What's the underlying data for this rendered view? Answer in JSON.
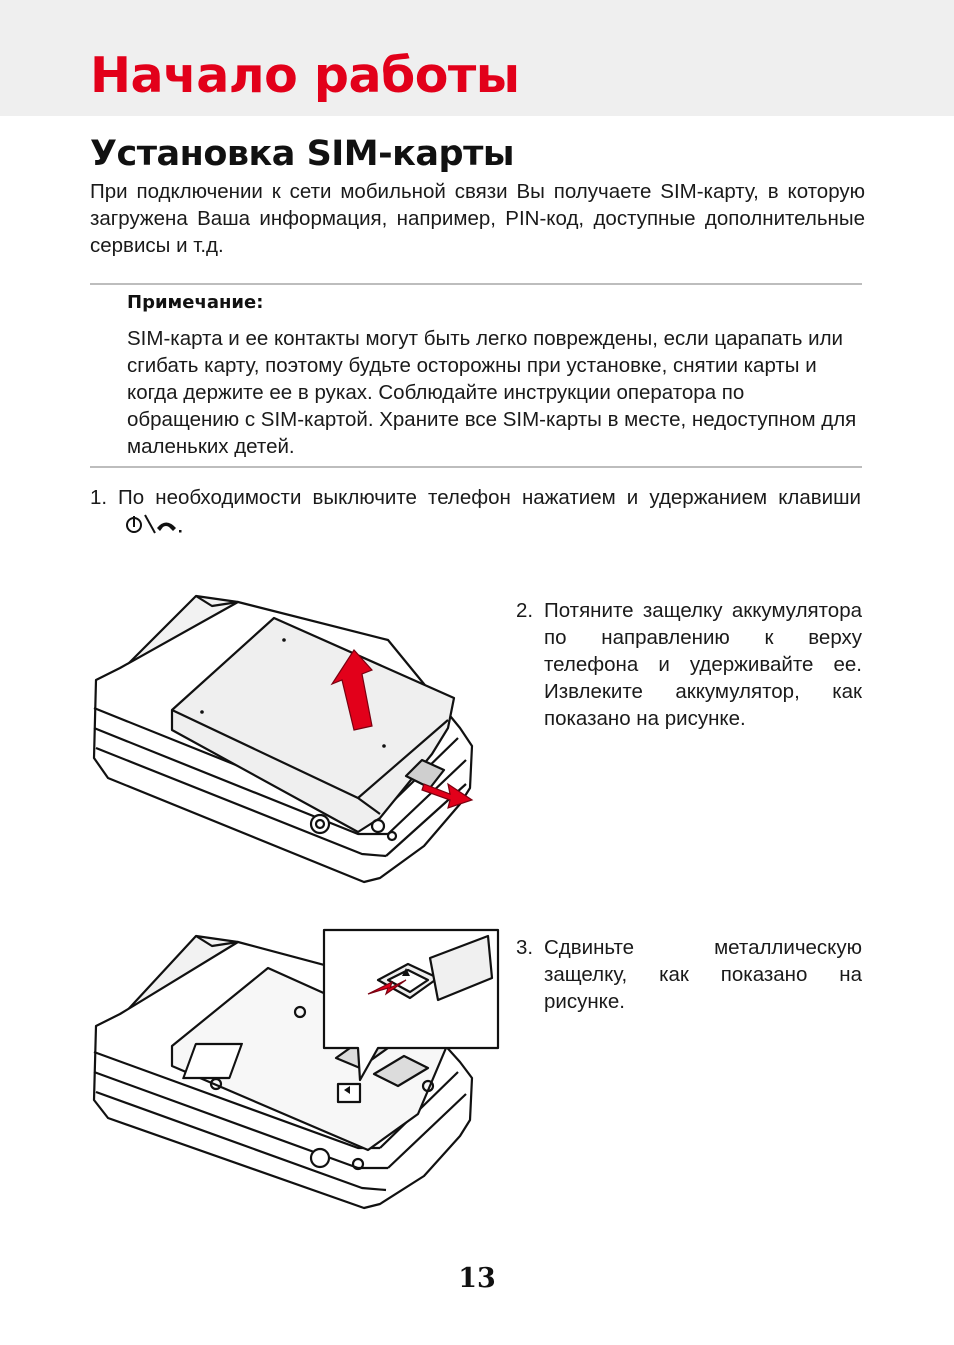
{
  "chapter": {
    "title": "Начало работы"
  },
  "section": {
    "title": "Установка SIM-карты",
    "intro": "При подключении к сети мобильной связи Вы получаете SIM-карту, в которую загружена Ваша информация, например, PIN-код, доступные дополнительные сервисы и т.д."
  },
  "note": {
    "title": "Примечание:",
    "text": "SIM-карта и ее контакты могут быть легко повреждены, если царапать или сгибать карту, поэтому будьте осторожны при установке, снятии карты и когда держите ее в руках. Соблюдайте инструкции оператора по обращению с SIM-картой. Храните все SIM-карты в месте, недоступном для маленьких детей."
  },
  "steps": [
    {
      "number": "1.",
      "text": "По необходимости выключите телефон нажатием и удержанием клавиши",
      "icon": "power-end-key-icon"
    },
    {
      "number": "2.",
      "text": "Потяните защелку аккумулятора по направлению к верху телефона и удерживайте ее. Извлеките аккумулятор, как показано на рисунке."
    },
    {
      "number": "3.",
      "text": "Сдвиньте металлическую защелку, как показано на рисунке."
    }
  ],
  "page_number": "13",
  "colors": {
    "accent": "#e2001a",
    "header_band": "#efefef",
    "rule": "#bdbdbd"
  }
}
